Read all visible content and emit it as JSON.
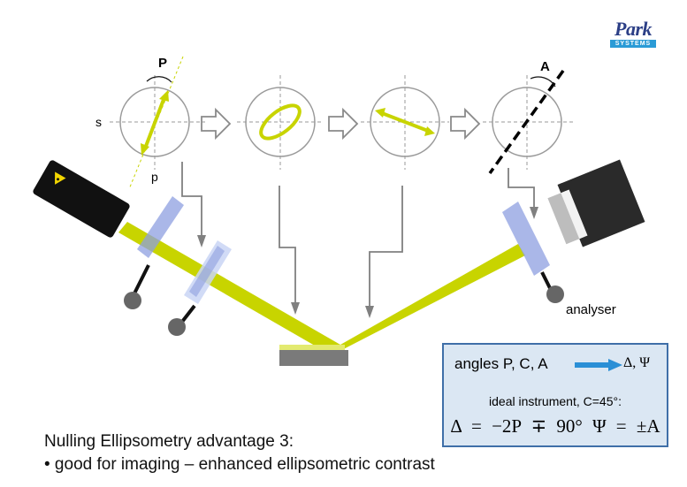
{
  "logo": {
    "word": "Park",
    "subtitle": "SYSTEMS"
  },
  "labels": {
    "polarizer": "P",
    "analyser_angle": "A",
    "s_axis": "s",
    "p_axis": "p",
    "analyser": "analyser"
  },
  "info_box": {
    "line1": "angles P, C, A",
    "result": "Δ, Ψ",
    "line2": "ideal instrument, C=45°:",
    "formula": "Δ = −2P ∓ 90°   Ψ = ±A"
  },
  "caption": {
    "line1": "Nulling Ellipsometry advantage 3:",
    "line2": "• good for imaging – enhanced ellipsometric contrast"
  },
  "colors": {
    "beam": "#c8d400",
    "grey": "#808080",
    "optic": "#8e9fe0",
    "box_border": "#3f6fa8",
    "box_fill": "#dbe7f3"
  }
}
